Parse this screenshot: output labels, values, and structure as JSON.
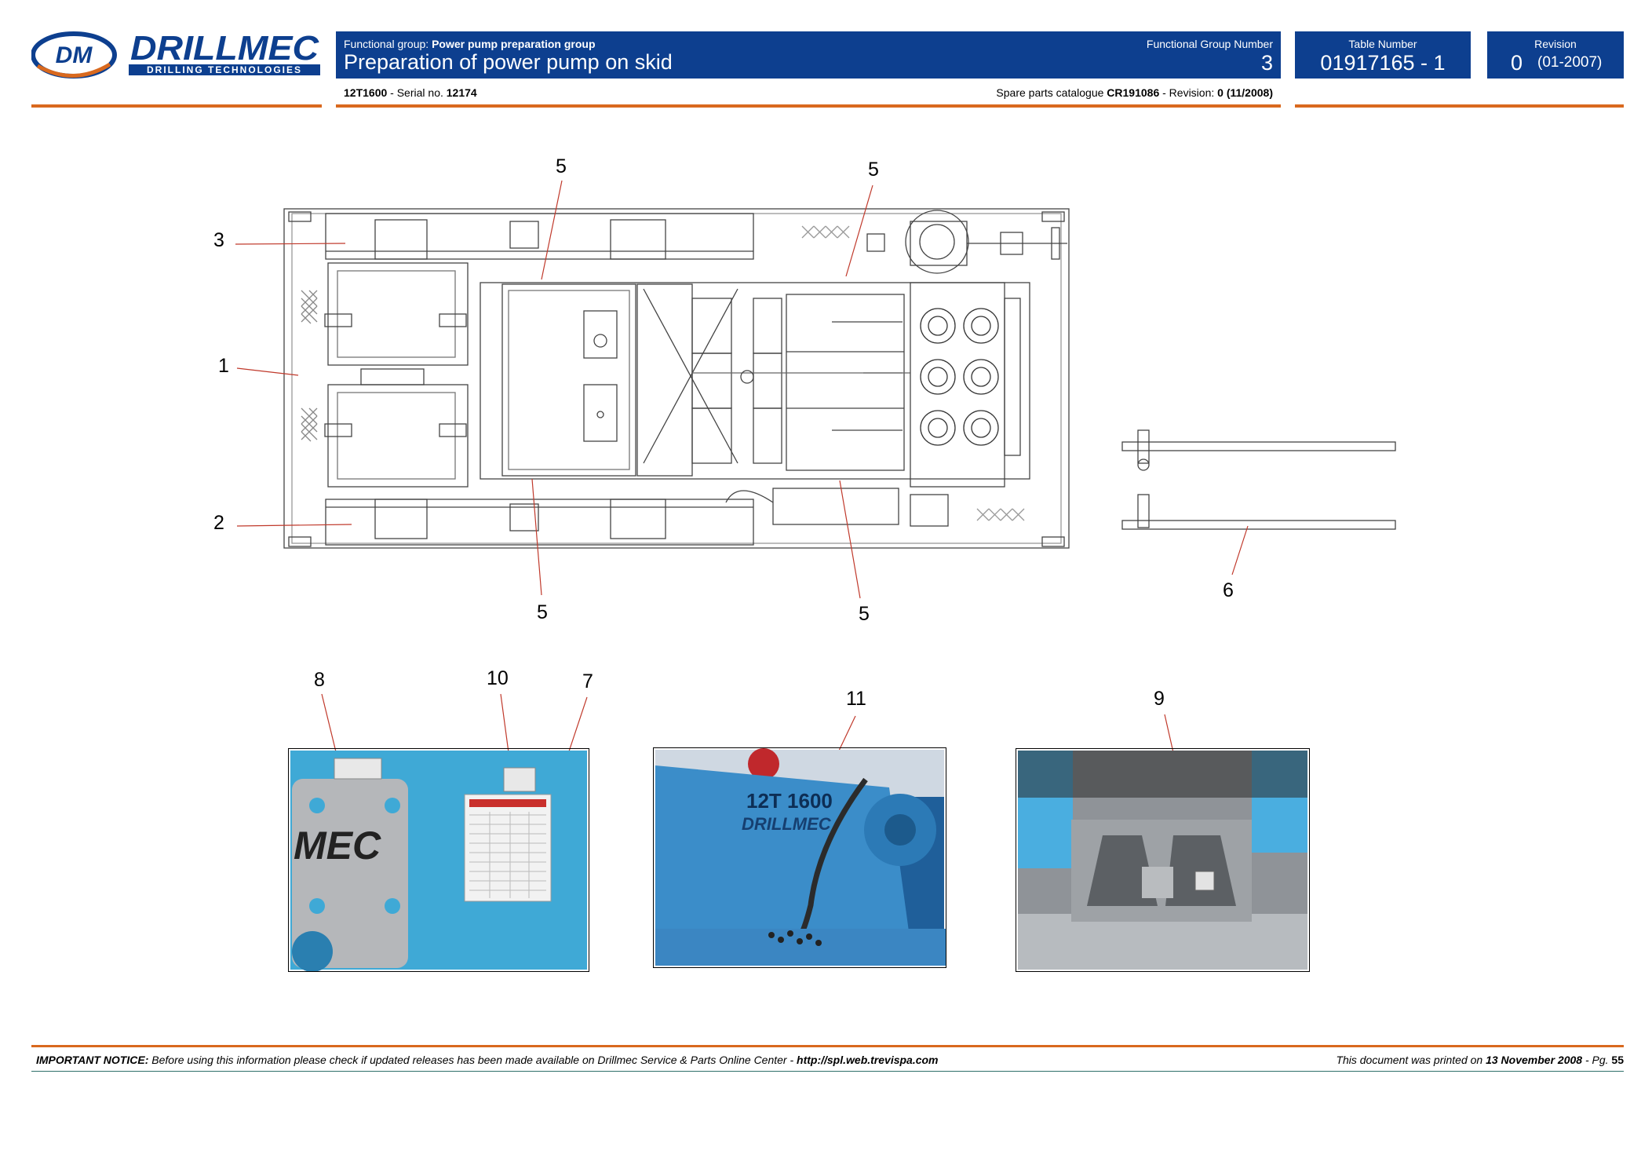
{
  "header": {
    "logo": {
      "monogram": "DM",
      "brand": "DRILLMEC",
      "tagline": "DRILLING TECHNOLOGIES"
    },
    "functional_group_label": "Functional group:",
    "functional_group_name": "Power pump preparation group",
    "title": "Preparation of power pump on skid",
    "functional_group_number_label": "Functional Group Number",
    "functional_group_number": "3",
    "table_number_label": "Table Number",
    "table_number": "01917165 - 1",
    "revision_label": "Revision",
    "revision_number": "0",
    "revision_date": "(01-2007)",
    "model": "12T1600",
    "serial_label": "- Serial no.",
    "serial": "12174",
    "catalogue_label": "Spare parts catalogue",
    "catalogue": "CR191086",
    "catalogue_revision_label": "- Revision:",
    "catalogue_revision": "0 (11/2008)"
  },
  "callouts": {
    "c3": "3",
    "c1": "1",
    "c2": "2",
    "c5a": "5",
    "c5b": "5",
    "c5c": "5",
    "c5d": "5",
    "c6": "6",
    "c8": "8",
    "c10": "10",
    "c7": "7",
    "c11": "11",
    "c9": "9"
  },
  "photos": {
    "left_brand": "MEC",
    "middle_model": "12T 1600",
    "middle_brand": "DRILLMEC"
  },
  "footer": {
    "notice_label": "IMPORTANT NOTICE:",
    "notice_text": "Before using this information please check if updated releases has been made available on Drillmec Service & Parts Online Center -",
    "notice_url": "http://spl.web.trevispa.com",
    "printed_label": "This document was printed on",
    "printed_date": "13 November 2008",
    "page_label": "- Pg.",
    "page_number": "55"
  },
  "colors": {
    "header_blue": "#0d3f8f",
    "accent_orange": "#d9691e",
    "callout_red": "#c0392b",
    "photo_blue": "#3fa9d6",
    "photo_grey": "#8f9398"
  }
}
